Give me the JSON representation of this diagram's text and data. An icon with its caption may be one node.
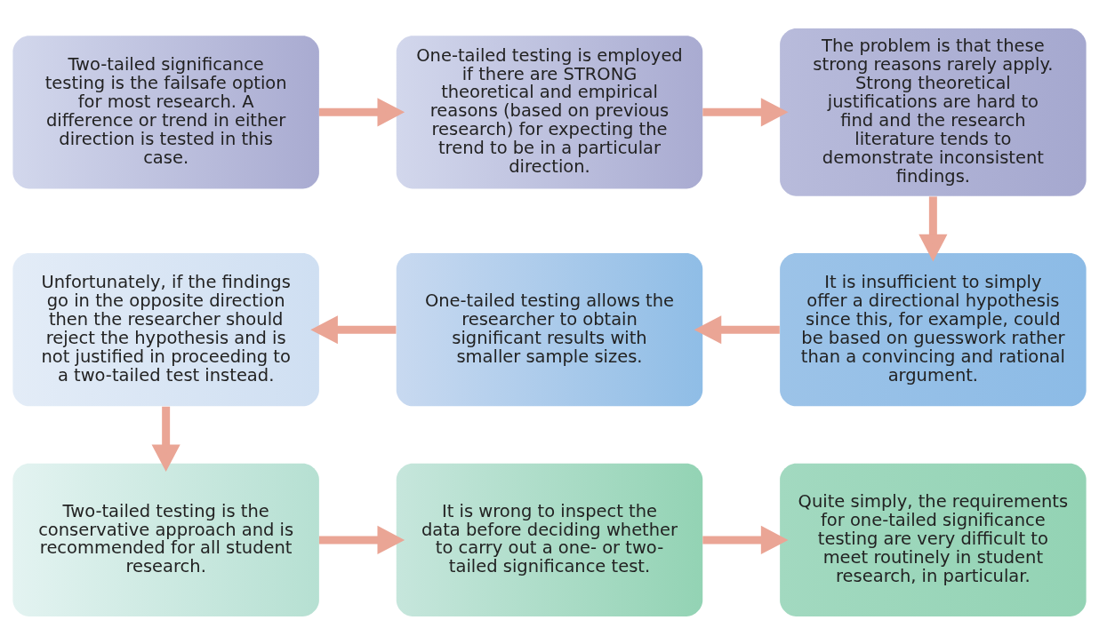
{
  "diagram": {
    "nodes": [
      {
        "text": [
          "Two-tailed significance testing is the failsafe option for most research. A difference or trend in either direction is tested in this case."
        ]
      },
      {
        "text": [
          "One-tailed testing is employed if there are STRONG theoretical and empirical reasons (based on previous research) for expecting the trend to be in a particular direction."
        ]
      },
      {
        "text": [
          "The problem is that these strong reasons rarely apply. Strong theoretical justifications are hard to find and the research literature tends to demonstrate inconsistent findings."
        ]
      },
      {
        "text": [
          "It is insufficient to simply offer a directional hypothesis since this, for example, could be based on guesswork rather than a convincing and rational argument."
        ]
      },
      {
        "text": [
          "One-tailed testing allows the researcher to obtain significant results with smaller sample sizes."
        ]
      },
      {
        "text": [
          "Unfortunately, if the findings go in the opposite direction then the researcher should reject the hypothesis and is not justified in proceeding to a two-tailed test instead."
        ]
      },
      {
        "text": [
          "Two-tailed testing is the conservative approach and is recommended for all student research."
        ]
      },
      {
        "text": [
          "It is wrong to inspect the data before deciding whether to carry out a one- or two-tailed significance test."
        ]
      },
      {
        "text": [
          "Quite simply, the requirements for one-tailed significance testing are very difficult to meet routinely in student research, in particular."
        ]
      }
    ],
    "edges": [
      {
        "from": 0,
        "to": 1,
        "arrow": "to"
      },
      {
        "from": 1,
        "to": 2,
        "arrow": "to"
      },
      {
        "from": 2,
        "to": 3,
        "arrow": "to"
      },
      {
        "from": 3,
        "to": 4,
        "arrow": "to"
      },
      {
        "from": 4,
        "to": 5,
        "arrow": "to"
      },
      {
        "from": 5,
        "to": 6,
        "arrow": "to"
      },
      {
        "from": 6,
        "to": 7,
        "arrow": "to"
      },
      {
        "from": 7,
        "to": 8,
        "arrow": "to"
      }
    ]
  }
}
